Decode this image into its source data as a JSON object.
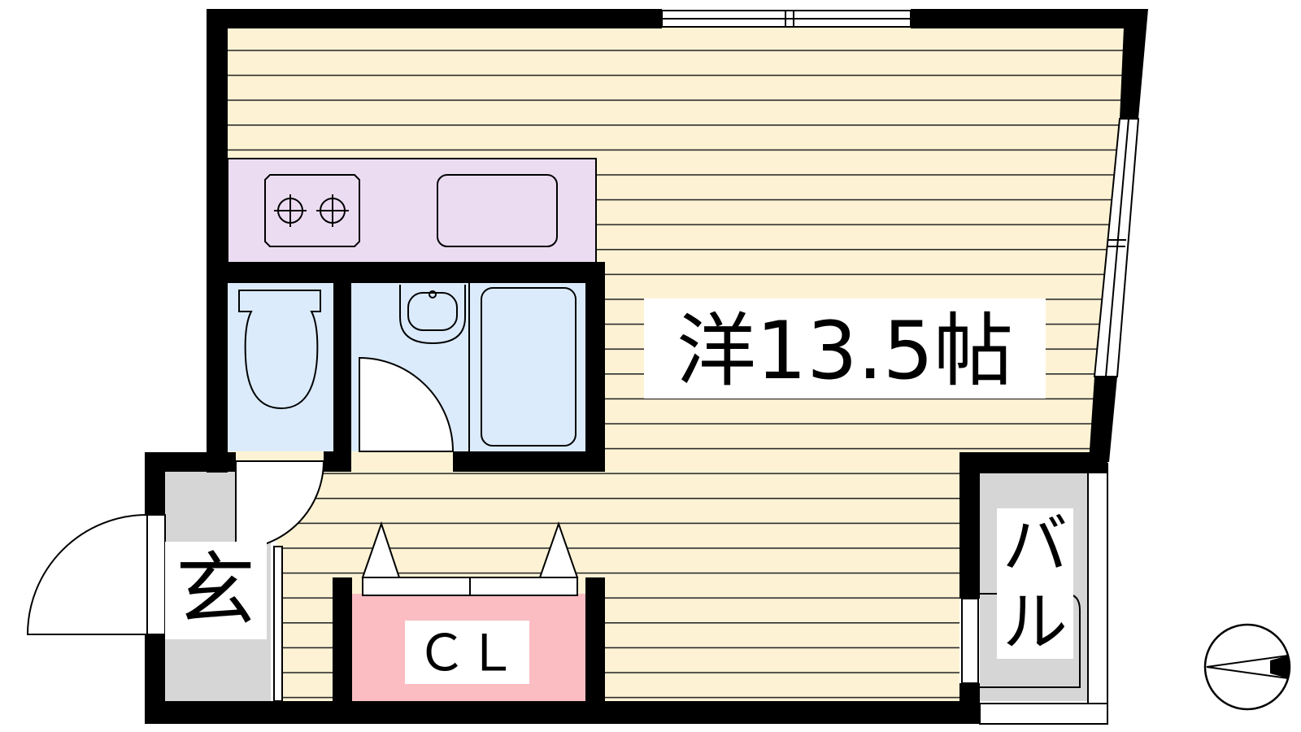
{
  "labels": {
    "main_room": "洋13.5帖",
    "entrance": "玄",
    "closet": "ＣＬ",
    "balcony_line1": "バ",
    "balcony_line2": "ル"
  },
  "colors": {
    "floor": "#fdf3d4",
    "floor_lines": "#2b2b2b",
    "kitchen": "#ecdcf2",
    "bath": "#dbebfb",
    "closet": "#fbbdc2",
    "entrance": "#d6d6d6",
    "balcony": "#d6d6d6",
    "wall": "#000000"
  },
  "icons": [
    "compass-north-arrow-icon",
    "stove-burner-icon",
    "sink-icon",
    "toilet-icon",
    "washbasin-icon",
    "bathtub-icon"
  ]
}
